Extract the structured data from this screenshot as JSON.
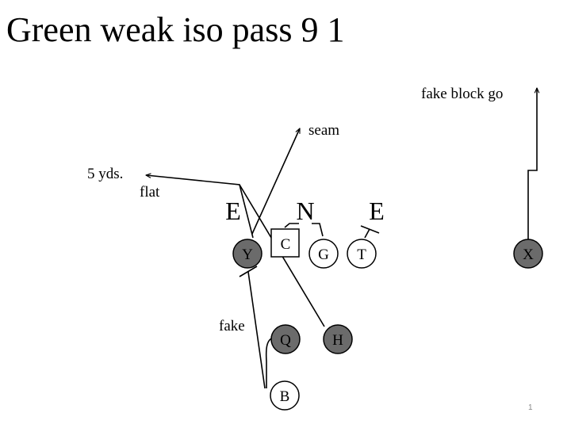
{
  "title": "Green weak iso pass 9 1",
  "slide_number": "1",
  "colors": {
    "offense_fill": "#6b6b6b",
    "blocker_fill": "#ffffff",
    "stroke": "#000000"
  },
  "defense": {
    "left_end": "E",
    "nose": "N",
    "right_end": "E"
  },
  "players": {
    "y": "Y",
    "center": "C",
    "guard": "G",
    "tackle": "T",
    "x": "X",
    "quarterback": "Q",
    "h_back": "H",
    "fullback": "B"
  },
  "routes": {
    "flat_distance": "5 yds.",
    "flat": "flat",
    "seam": "seam",
    "x_route": "fake block go",
    "fake": "fake"
  }
}
